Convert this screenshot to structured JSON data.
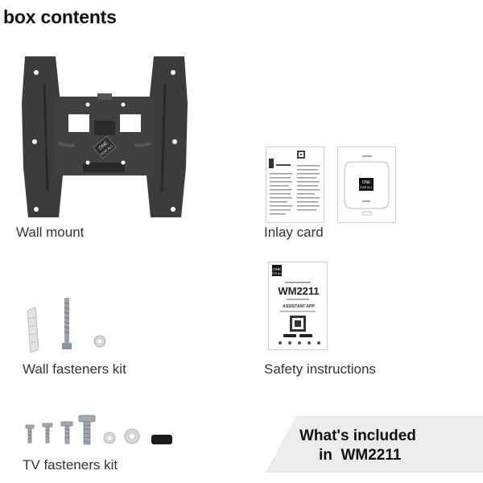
{
  "page": {
    "title": "box contents"
  },
  "items": [
    {
      "label": "Wall mount"
    },
    {
      "label": "Inlay card"
    },
    {
      "label": "Wall fasteners kit"
    },
    {
      "label": "Safety instructions"
    },
    {
      "label": "TV fasteners kit"
    }
  ],
  "manual": {
    "model": "WM2211",
    "app": "ASSISTANT APP"
  },
  "banner": {
    "line1": "What's included",
    "line2": "in  WM2211"
  },
  "colors": {
    "mount": "#3c3c3c",
    "banner_bg": "#ececec"
  }
}
